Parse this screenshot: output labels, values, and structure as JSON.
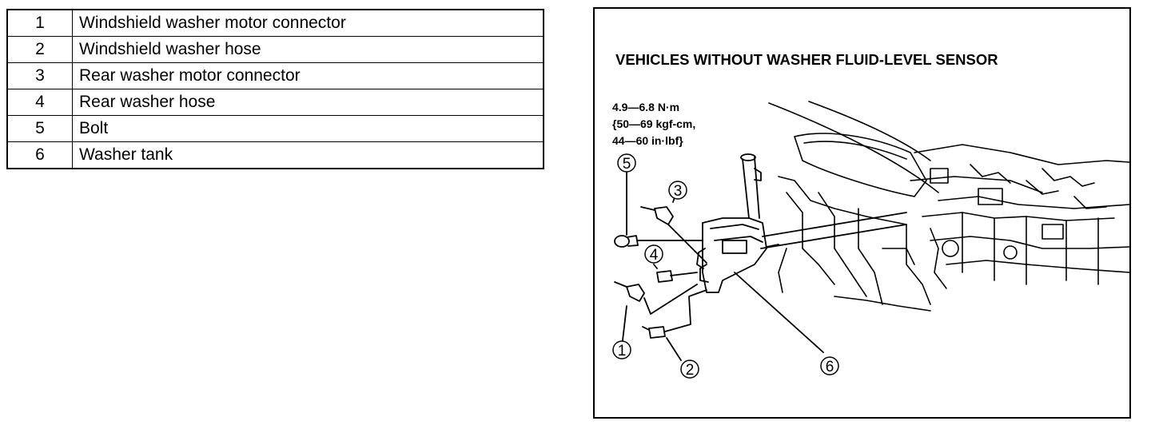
{
  "parts": [
    {
      "num": "1",
      "name": "Windshield washer motor connector"
    },
    {
      "num": "2",
      "name": "Windshield washer hose"
    },
    {
      "num": "3",
      "name": "Rear washer motor connector"
    },
    {
      "num": "4",
      "name": "Rear washer hose"
    },
    {
      "num": "5",
      "name": "Bolt"
    },
    {
      "num": "6",
      "name": "Washer tank"
    }
  ],
  "figure": {
    "title": "VEHICLES WITHOUT WASHER FLUID-LEVEL SENSOR",
    "torque_lines": [
      "4.9—6.8 N·m",
      "{50—69 kgf-cm,",
      "44—60 in·lbf}"
    ],
    "callouts": [
      "1",
      "2",
      "3",
      "4",
      "5",
      "6"
    ]
  }
}
